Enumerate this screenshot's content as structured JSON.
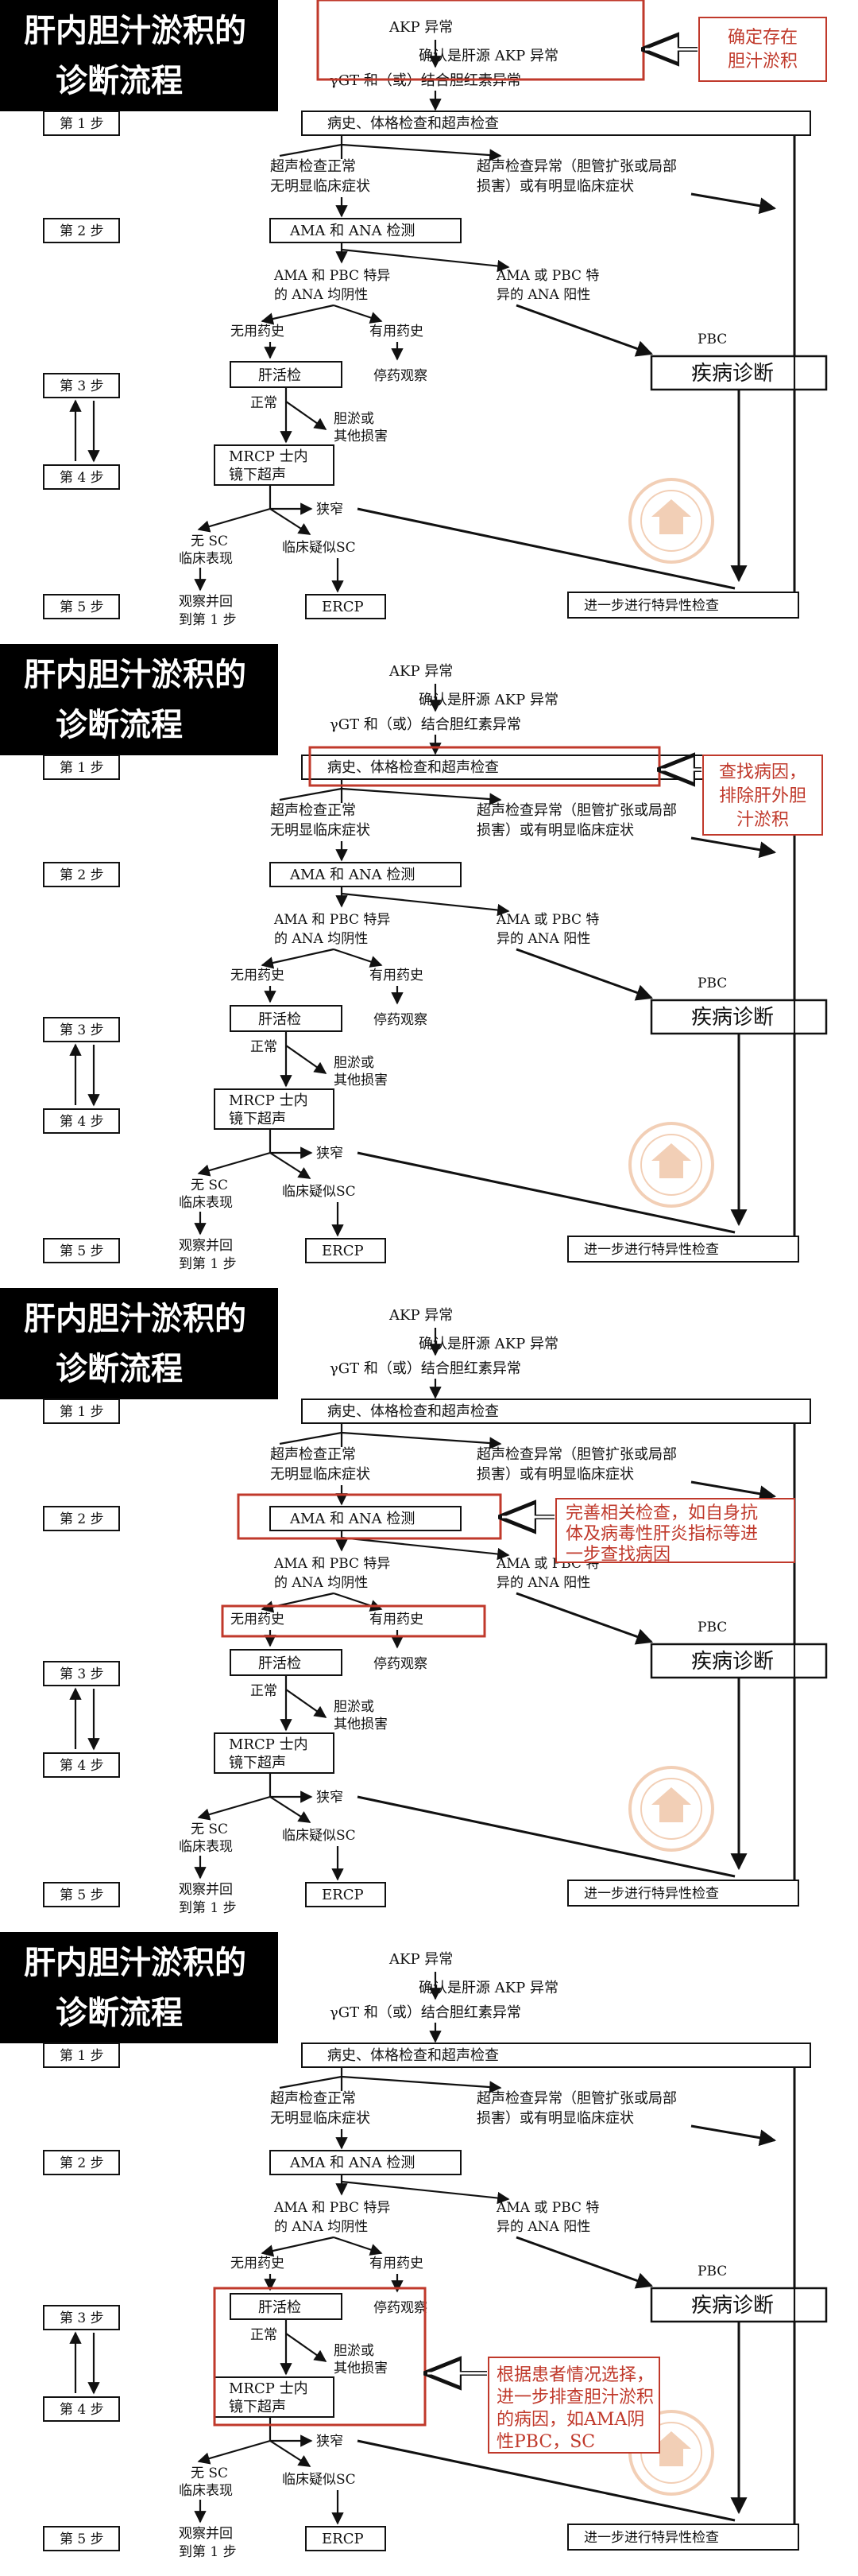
{
  "title_line1": "肝内胆汁淤积的",
  "title_line2": "诊断流程",
  "nodes": {
    "akp": "AKP 异常",
    "confirm": "确认是肝源 AKP 异常",
    "ggt": "γGT 和（或）结合胆红素异常",
    "history": "病史、体格检查和超声检查",
    "us_normal_1": "超声检查正常",
    "us_normal_2": "无明显临床症状",
    "us_abn_1": "超声检查异常（胆管扩张或局部",
    "us_abn_2": "损害）或有明显临床症状",
    "ama_test": "AMA 和 ANA 检测",
    "ama_neg_1": "AMA 和 PBC 特异",
    "ama_neg_2": "的 ANA 均阴性",
    "ama_pos_1": "AMA 或 PBC 特",
    "ama_pos_2": "异的 ANA 阳性",
    "no_drug": "无用药史",
    "drug": "有用药史",
    "biopsy": "肝活检",
    "stop_drug": "停药观察",
    "normal": "正常",
    "cholestasis_1": "胆淤或",
    "cholestasis_2": "其他损害",
    "mrcp_1": "MRCP 士内",
    "mrcp_2": "镜下超声",
    "narrow": "狭窄",
    "no_sc_1": "无 SC",
    "no_sc_2": "临床表现",
    "clinical_sc": "临床疑似SC",
    "observe_1": "观察并回",
    "observe_2": "到第 1 步",
    "ercp": "ERCP",
    "pbc": "PBC",
    "diagnosis": "疾病诊断",
    "specific": "进一步进行特异性检查"
  },
  "steps": [
    "第 1 步",
    "第 2 步",
    "第 3 步",
    "第 4 步",
    "第 5 步"
  ],
  "panels": [
    {
      "highlights": [
        "confirm"
      ],
      "note": [
        "确定存在",
        "胆汁淤积"
      ]
    },
    {
      "highlights": [
        "history"
      ],
      "note": [
        "查找病因，",
        "排除肝外胆",
        "汁淤积"
      ]
    },
    {
      "highlights": [
        "ama",
        "drug"
      ],
      "note": [
        "完善相关检查，如自身抗",
        "体及病毒性肝炎指标等进",
        "一步查找病因"
      ]
    },
    {
      "highlights": [
        "biopsy"
      ],
      "note": [
        "根据患者情况选择，",
        "进一步排查胆汁淤积",
        "的病因，如AMA阴",
        "性PBC，SC"
      ]
    }
  ],
  "colors": {
    "highlight": "#c0392b",
    "title_bg": "#000000",
    "stamp": "#e8a87c"
  }
}
